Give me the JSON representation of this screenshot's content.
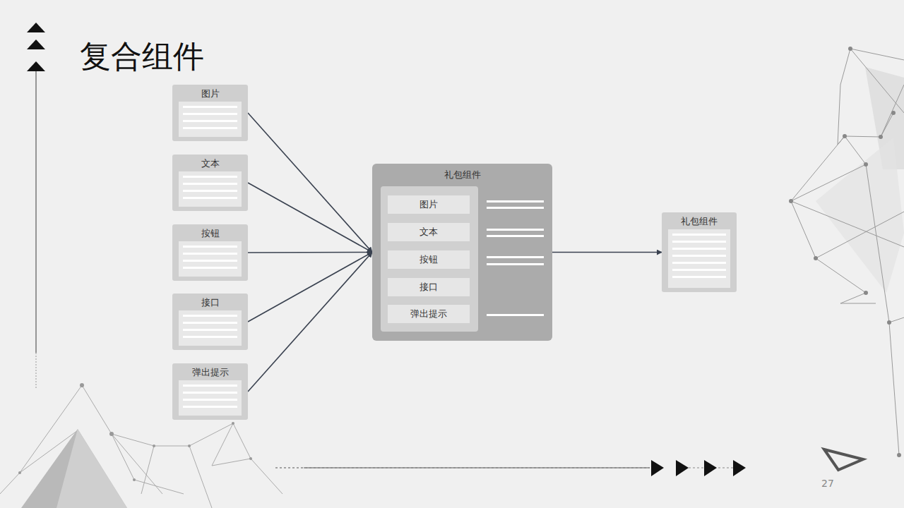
{
  "diagram": {
    "title": "复合组件",
    "nodes": [
      {
        "text": [
          "图片"
        ]
      },
      {
        "text": [
          "文本"
        ]
      },
      {
        "text": [
          "按钮"
        ]
      },
      {
        "text": [
          "接口"
        ]
      },
      {
        "text": [
          "弹出提示"
        ]
      },
      {
        "text": [
          "礼包组件"
        ]
      },
      {
        "text": [
          "图片"
        ],
        "in": 5
      },
      {
        "text": [
          "文本"
        ],
        "in": 5
      },
      {
        "text": [
          "按钮"
        ],
        "in": 5
      },
      {
        "text": [
          "接口"
        ],
        "in": 5
      },
      {
        "text": [
          "弹出提示"
        ],
        "in": 5
      },
      {
        "text": [
          "礼包组件"
        ]
      }
    ],
    "edges": [
      {
        "from": 0,
        "to": 5,
        "arrow": "to"
      },
      {
        "from": 1,
        "to": 5,
        "arrow": "to"
      },
      {
        "from": 2,
        "to": 5,
        "arrow": "to"
      },
      {
        "from": 3,
        "to": 5,
        "arrow": "to"
      },
      {
        "from": 4,
        "to": 5,
        "arrow": "to"
      },
      {
        "from": 5,
        "to": 11,
        "arrow": "to"
      }
    ],
    "labels": [
      "27"
    ]
  }
}
